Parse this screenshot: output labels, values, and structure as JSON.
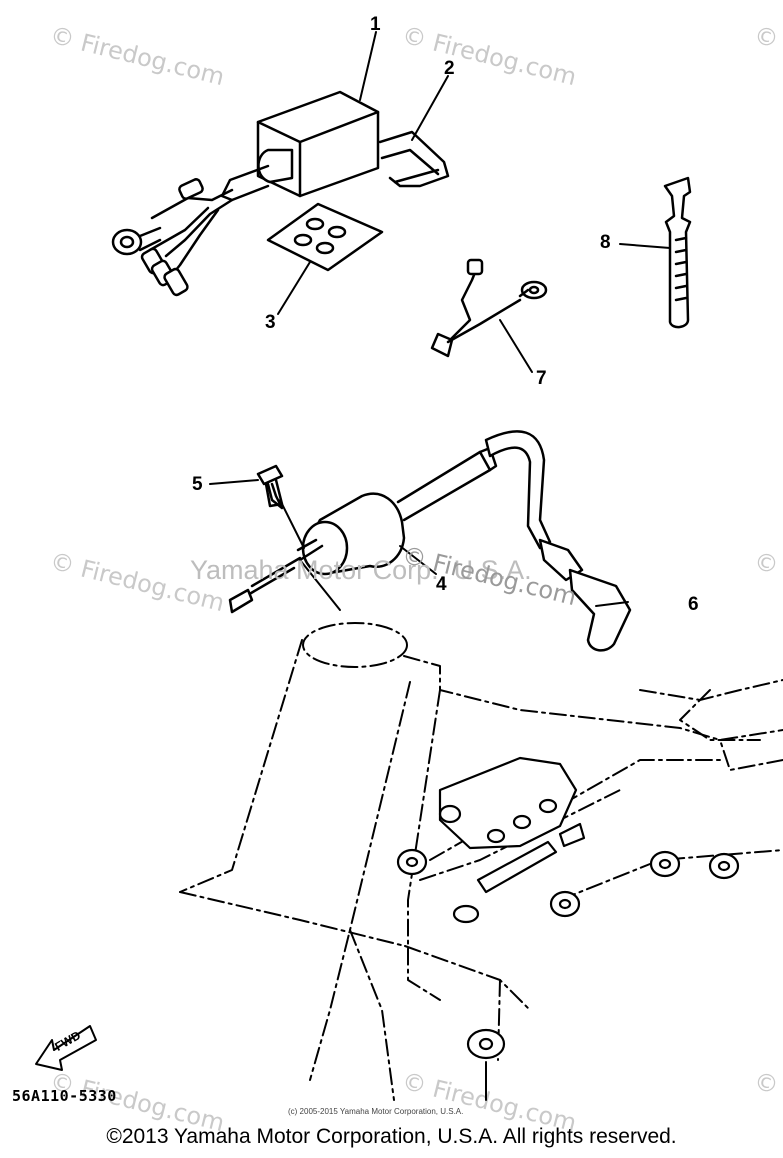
{
  "watermarks": {
    "site": "© Firedog.com",
    "center_text": "Yamaha Motor Corp., U.S.A.",
    "center_site": "© Firedog.com"
  },
  "callouts": [
    "1",
    "2",
    "3",
    "4",
    "5",
    "6",
    "7",
    "8"
  ],
  "fwd_label": "FWD",
  "diagram_ref": "56A110-5330",
  "small_copyright": "(c) 2005-2015 Yamaha Motor Corporation, U.S.A.",
  "copyright": "©2013 Yamaha Motor Corporation, U.S.A. All rights reserved."
}
